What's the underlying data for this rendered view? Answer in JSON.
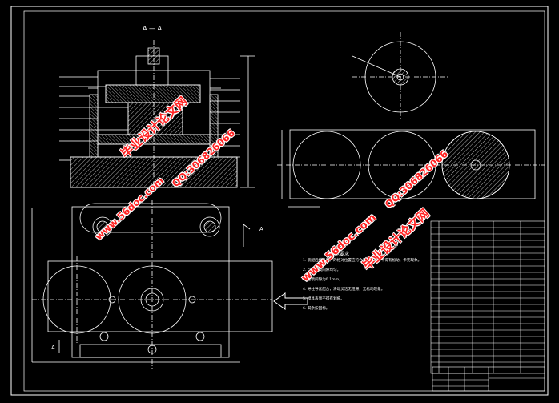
{
  "drawing": {
    "section_label": "A — A",
    "section_mark": "A",
    "notes_title": "技术要求",
    "notes": [
      "1. 装配后模具零件的相对位置应符合图纸要求，不得有松动、卡死现象。",
      "2. 凸、凹模间隙均匀。",
      "3. 合模间隙为0.1mm。",
      "4. 导柱导套配合，滑动灵活无阻滞，无松动现象。",
      "5. 模具表面不得有划痕。",
      "6. 其余按国标。"
    ]
  },
  "watermarks": {
    "site_url": "www.56doc.com",
    "brand_cn": "毕业设计论文网",
    "qq": "QQ:306826066"
  },
  "colors": {
    "background": "#000000",
    "lines": "#ffffff",
    "hatch": "#ffffff",
    "watermark_fill": "#ff2222"
  }
}
